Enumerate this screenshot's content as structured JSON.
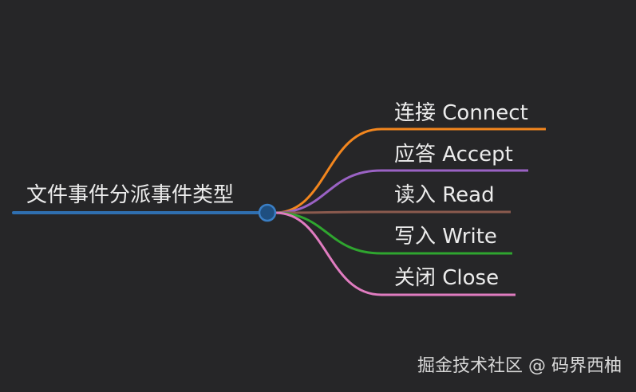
{
  "colors": {
    "background": "#262628",
    "root_line": "#2f6fb0",
    "node_fill": "#1f4f80",
    "node_stroke": "#3a7ec4",
    "text": "#ececec"
  },
  "mindmap": {
    "root": {
      "label": "文件事件分派事件类型"
    },
    "branches": [
      {
        "label": "连接 Connect",
        "color": "#f2861e"
      },
      {
        "label": "应答 Accept",
        "color": "#9a62c4"
      },
      {
        "label": "读入 Read",
        "color": "#8a5a4e"
      },
      {
        "label": "写入 Write",
        "color": "#2fa52f"
      },
      {
        "label": "关闭 Close",
        "color": "#e07cc0"
      }
    ]
  },
  "watermark": {
    "text": "掘金技术社区 @ 码界西柚"
  }
}
